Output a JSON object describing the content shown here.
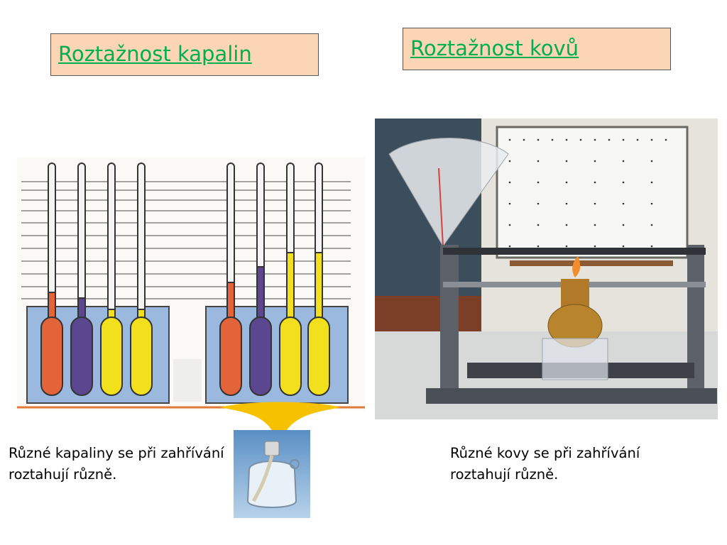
{
  "slide": {
    "links": [
      {
        "label": "Roztažnost kapalin"
      },
      {
        "label": "Roztažnost kovů"
      }
    ],
    "captions": {
      "liquids": "Různé kapaliny se při zahřívání roztahují různě.",
      "metals": "Různé kovy se při zahřívání roztahují různě."
    },
    "colors": {
      "link_text": "#00b050",
      "link_box_fill": "#fcd5b5",
      "liquid_red": "#e4643a",
      "liquid_purple": "#5b4690",
      "liquid_yellow": "#f2e01c",
      "water_blue": "#9bb8de",
      "flame_yellow": "#f6c200"
    }
  }
}
